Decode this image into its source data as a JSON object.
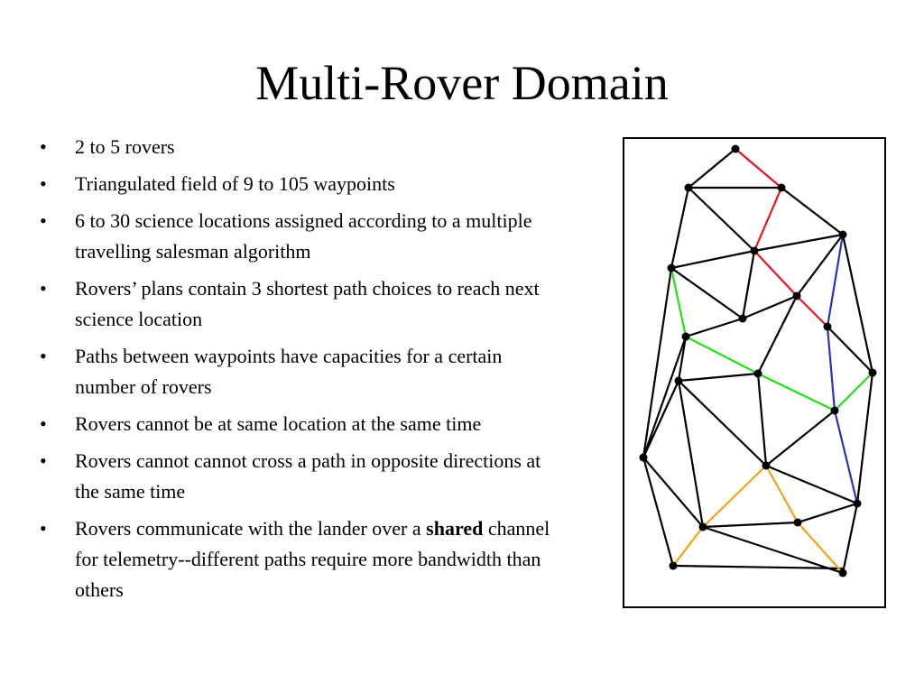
{
  "title": "Multi-Rover Domain",
  "bullets": [
    {
      "text": "2 to 5 rovers"
    },
    {
      "text": "Triangulated field of 9 to 105 waypoints"
    },
    {
      "text": "6 to 30 science locations assigned according to a multiple travelling salesman algorithm"
    },
    {
      "text": "Rovers’ plans contain 3 shortest path choices to reach next science location"
    },
    {
      "text": "Paths between waypoints have capacities for a certain number of rovers"
    },
    {
      "text": "Rovers cannot be at same location at the same time"
    },
    {
      "text": "Rovers cannot cannot cross a path in opposite directions at the same time"
    },
    {
      "text_before": "Rovers communicate with the lander over a ",
      "emphasis": "shared",
      "text_after": " channel for telemetry--different paths require more bandwidth than others"
    }
  ],
  "bullet_symbol": "•",
  "map": {
    "colors": {
      "edge": "#000000",
      "red_route": "#e8141c",
      "green_route": "#22e01a",
      "blue_route": "#2b32b8",
      "orange_route": "#f5a015"
    }
  }
}
